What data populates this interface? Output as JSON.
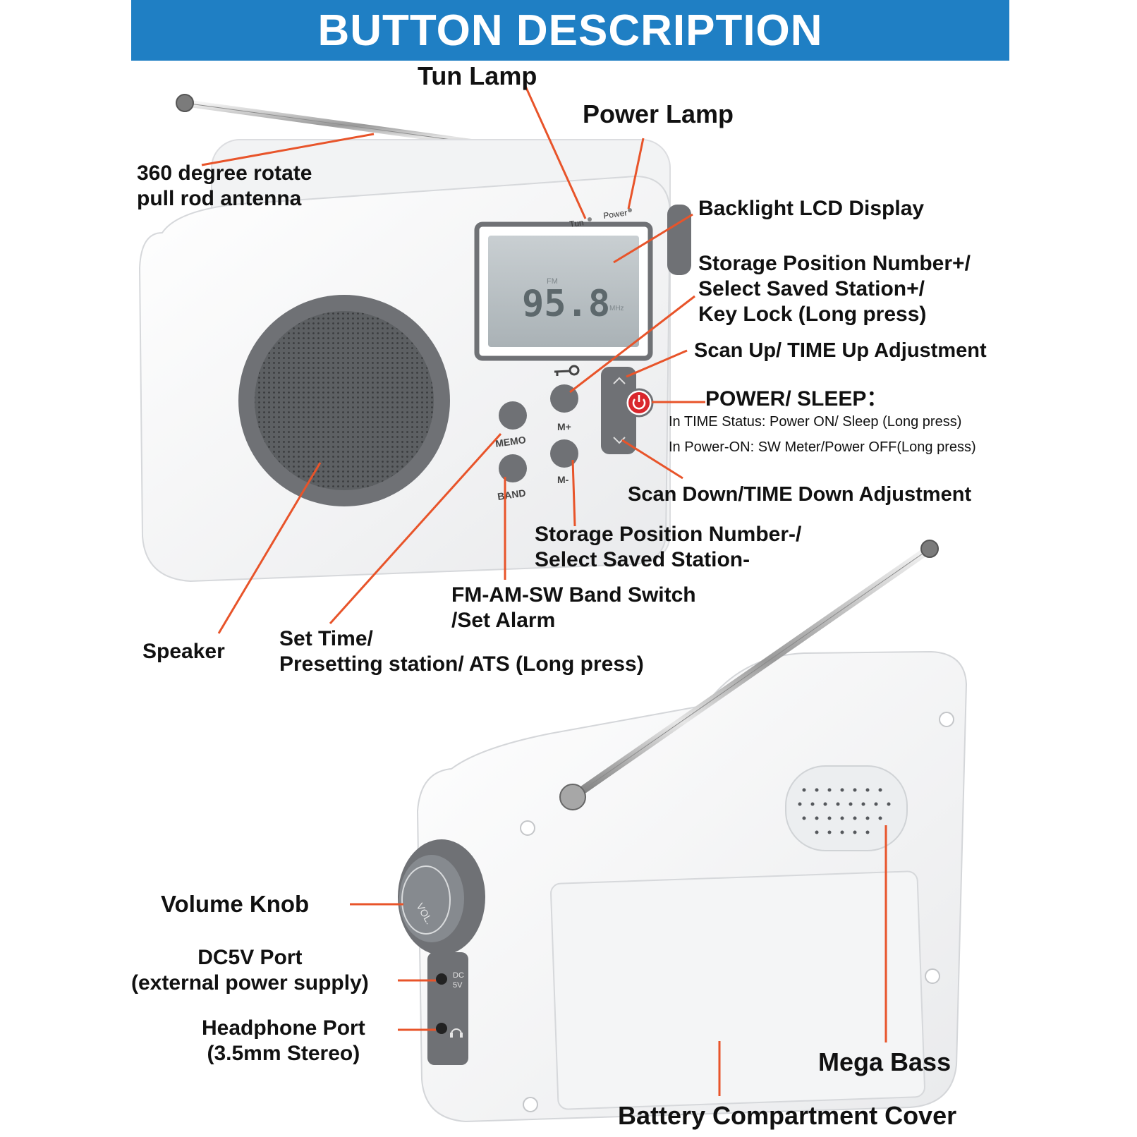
{
  "header": {
    "title": "BUTTON DESCRIPTION"
  },
  "colors": {
    "header_bg": "#1f7fc4",
    "leader_line": "#e8542a",
    "power_button": "#d9262c",
    "device_body": "#ffffff",
    "device_trim": "#6f7175"
  },
  "device": {
    "tun_label": "Tun",
    "power_label": "Power",
    "lcd_band": "FM",
    "lcd_frequency": "95.8",
    "lcd_unit": "MHz",
    "button_memo": "MEMO",
    "button_band": "BAND",
    "button_mplus": "M+",
    "button_mminus": "M-",
    "vol_label": "VOL.",
    "port_dc": "DC",
    "port_dc_v": "5V"
  },
  "labels": {
    "tun_lamp": "Tun Lamp",
    "power_lamp": "Power Lamp",
    "antenna": [
      "360 degree rotate",
      "pull rod antenna"
    ],
    "lcd": "Backlight LCD Display",
    "storage_plus": [
      "Storage Position Number+/",
      "Select Saved Station+/",
      "Key Lock (Long press)"
    ],
    "scan_up": "Scan Up/ TIME Up Adjustment",
    "power_sleep_title": "POWER/ SLEEP：",
    "power_sleep_line1": "In TIME Status: Power ON/ Sleep (Long press)",
    "power_sleep_line2": "In Power-ON: SW Meter/Power OFF(Long press)",
    "scan_down": "Scan Down/TIME Down Adjustment",
    "storage_minus": [
      "Storage Position Number-/",
      "Select Saved Station-"
    ],
    "band_switch": [
      "FM-AM-SW Band Switch",
      "/Set Alarm"
    ],
    "speaker": "Speaker",
    "set_time": [
      "Set Time/",
      "Presetting station/ ATS (Long press)"
    ],
    "volume_knob": "Volume Knob",
    "dc_port": [
      "DC5V Port",
      "(external power supply)"
    ],
    "headphone_port": [
      "Headphone Port",
      "(3.5mm Stereo)"
    ],
    "mega_bass": "Mega Bass",
    "battery_cover": "Battery Compartment Cover"
  }
}
